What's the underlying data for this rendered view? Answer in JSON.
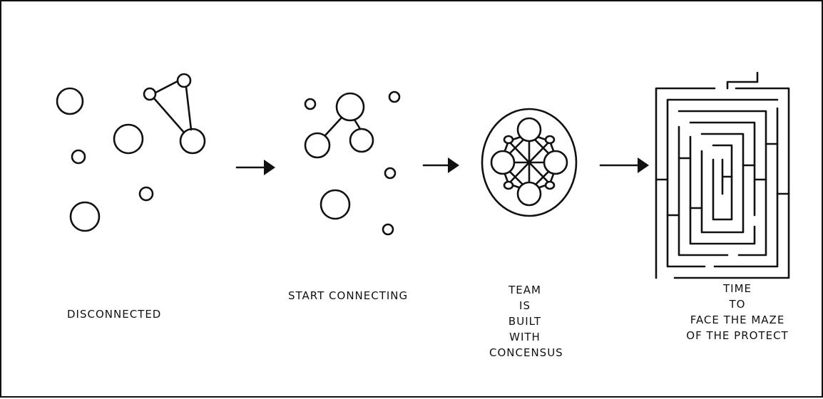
{
  "stages": [
    {
      "lines": [
        "DISCONNECTED"
      ]
    },
    {
      "lines": [
        "START CONNECTING"
      ]
    },
    {
      "lines": [
        "TEAM",
        "IS",
        "BUILT",
        "WITH",
        "CONCENSUS"
      ]
    },
    {
      "lines": [
        "TIME",
        "TO",
        "FACE THE MAZE",
        "OF THE PROTECT"
      ]
    }
  ]
}
